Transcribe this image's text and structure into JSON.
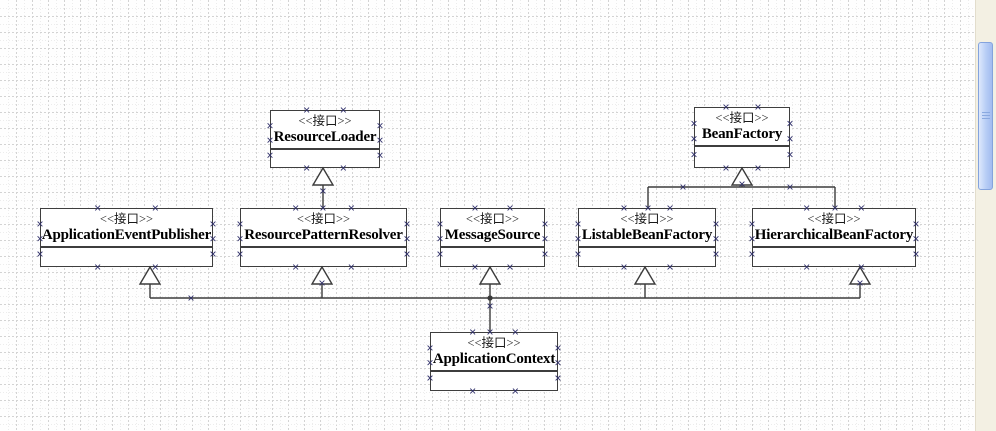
{
  "diagram": {
    "type": "uml-class-diagram",
    "language_note": "interface stereotype shown in Chinese",
    "colors": {
      "connector_line": "#3b3b3b",
      "box_border": "#3e3e3e",
      "connection_point_x": "#31316b",
      "grid_major": "#d3d3d3",
      "grid_minor": "#ececec",
      "scrollbar_track": "#f3f0e3",
      "scrollbar_thumb": "#b7cdf5"
    }
  },
  "classes": [
    {
      "id": "resource-loader",
      "stereotype": "<<接口>>",
      "name": "ResourceLoader"
    },
    {
      "id": "bean-factory",
      "stereotype": "<<接口>>",
      "name": "BeanFactory"
    },
    {
      "id": "application-event-publisher",
      "stereotype": "<<接口>>",
      "name": "ApplicationEventPublisher"
    },
    {
      "id": "resource-pattern-resolver",
      "stereotype": "<<接口>>",
      "name": "ResourcePatternResolver"
    },
    {
      "id": "message-source",
      "stereotype": "<<接口>>",
      "name": "MessageSource"
    },
    {
      "id": "listable-bean-factory",
      "stereotype": "<<接口>>",
      "name": "ListableBeanFactory"
    },
    {
      "id": "hierarchical-bean-factory",
      "stereotype": "<<接口>>",
      "name": "HierarchicalBeanFactory"
    },
    {
      "id": "application-context",
      "stereotype": "<<接口>>",
      "name": "ApplicationContext"
    }
  ],
  "relations": [
    {
      "from": "ResourcePatternResolver",
      "to": "ResourceLoader",
      "type": "generalization"
    },
    {
      "from": "ListableBeanFactory",
      "to": "BeanFactory",
      "type": "generalization"
    },
    {
      "from": "HierarchicalBeanFactory",
      "to": "BeanFactory",
      "type": "generalization"
    },
    {
      "from": "ApplicationContext",
      "to": "ApplicationEventPublisher",
      "type": "generalization"
    },
    {
      "from": "ApplicationContext",
      "to": "ResourcePatternResolver",
      "type": "generalization"
    },
    {
      "from": "ApplicationContext",
      "to": "MessageSource",
      "type": "generalization"
    },
    {
      "from": "ApplicationContext",
      "to": "ListableBeanFactory",
      "type": "generalization"
    },
    {
      "from": "ApplicationContext",
      "to": "HierarchicalBeanFactory",
      "type": "generalization"
    }
  ]
}
